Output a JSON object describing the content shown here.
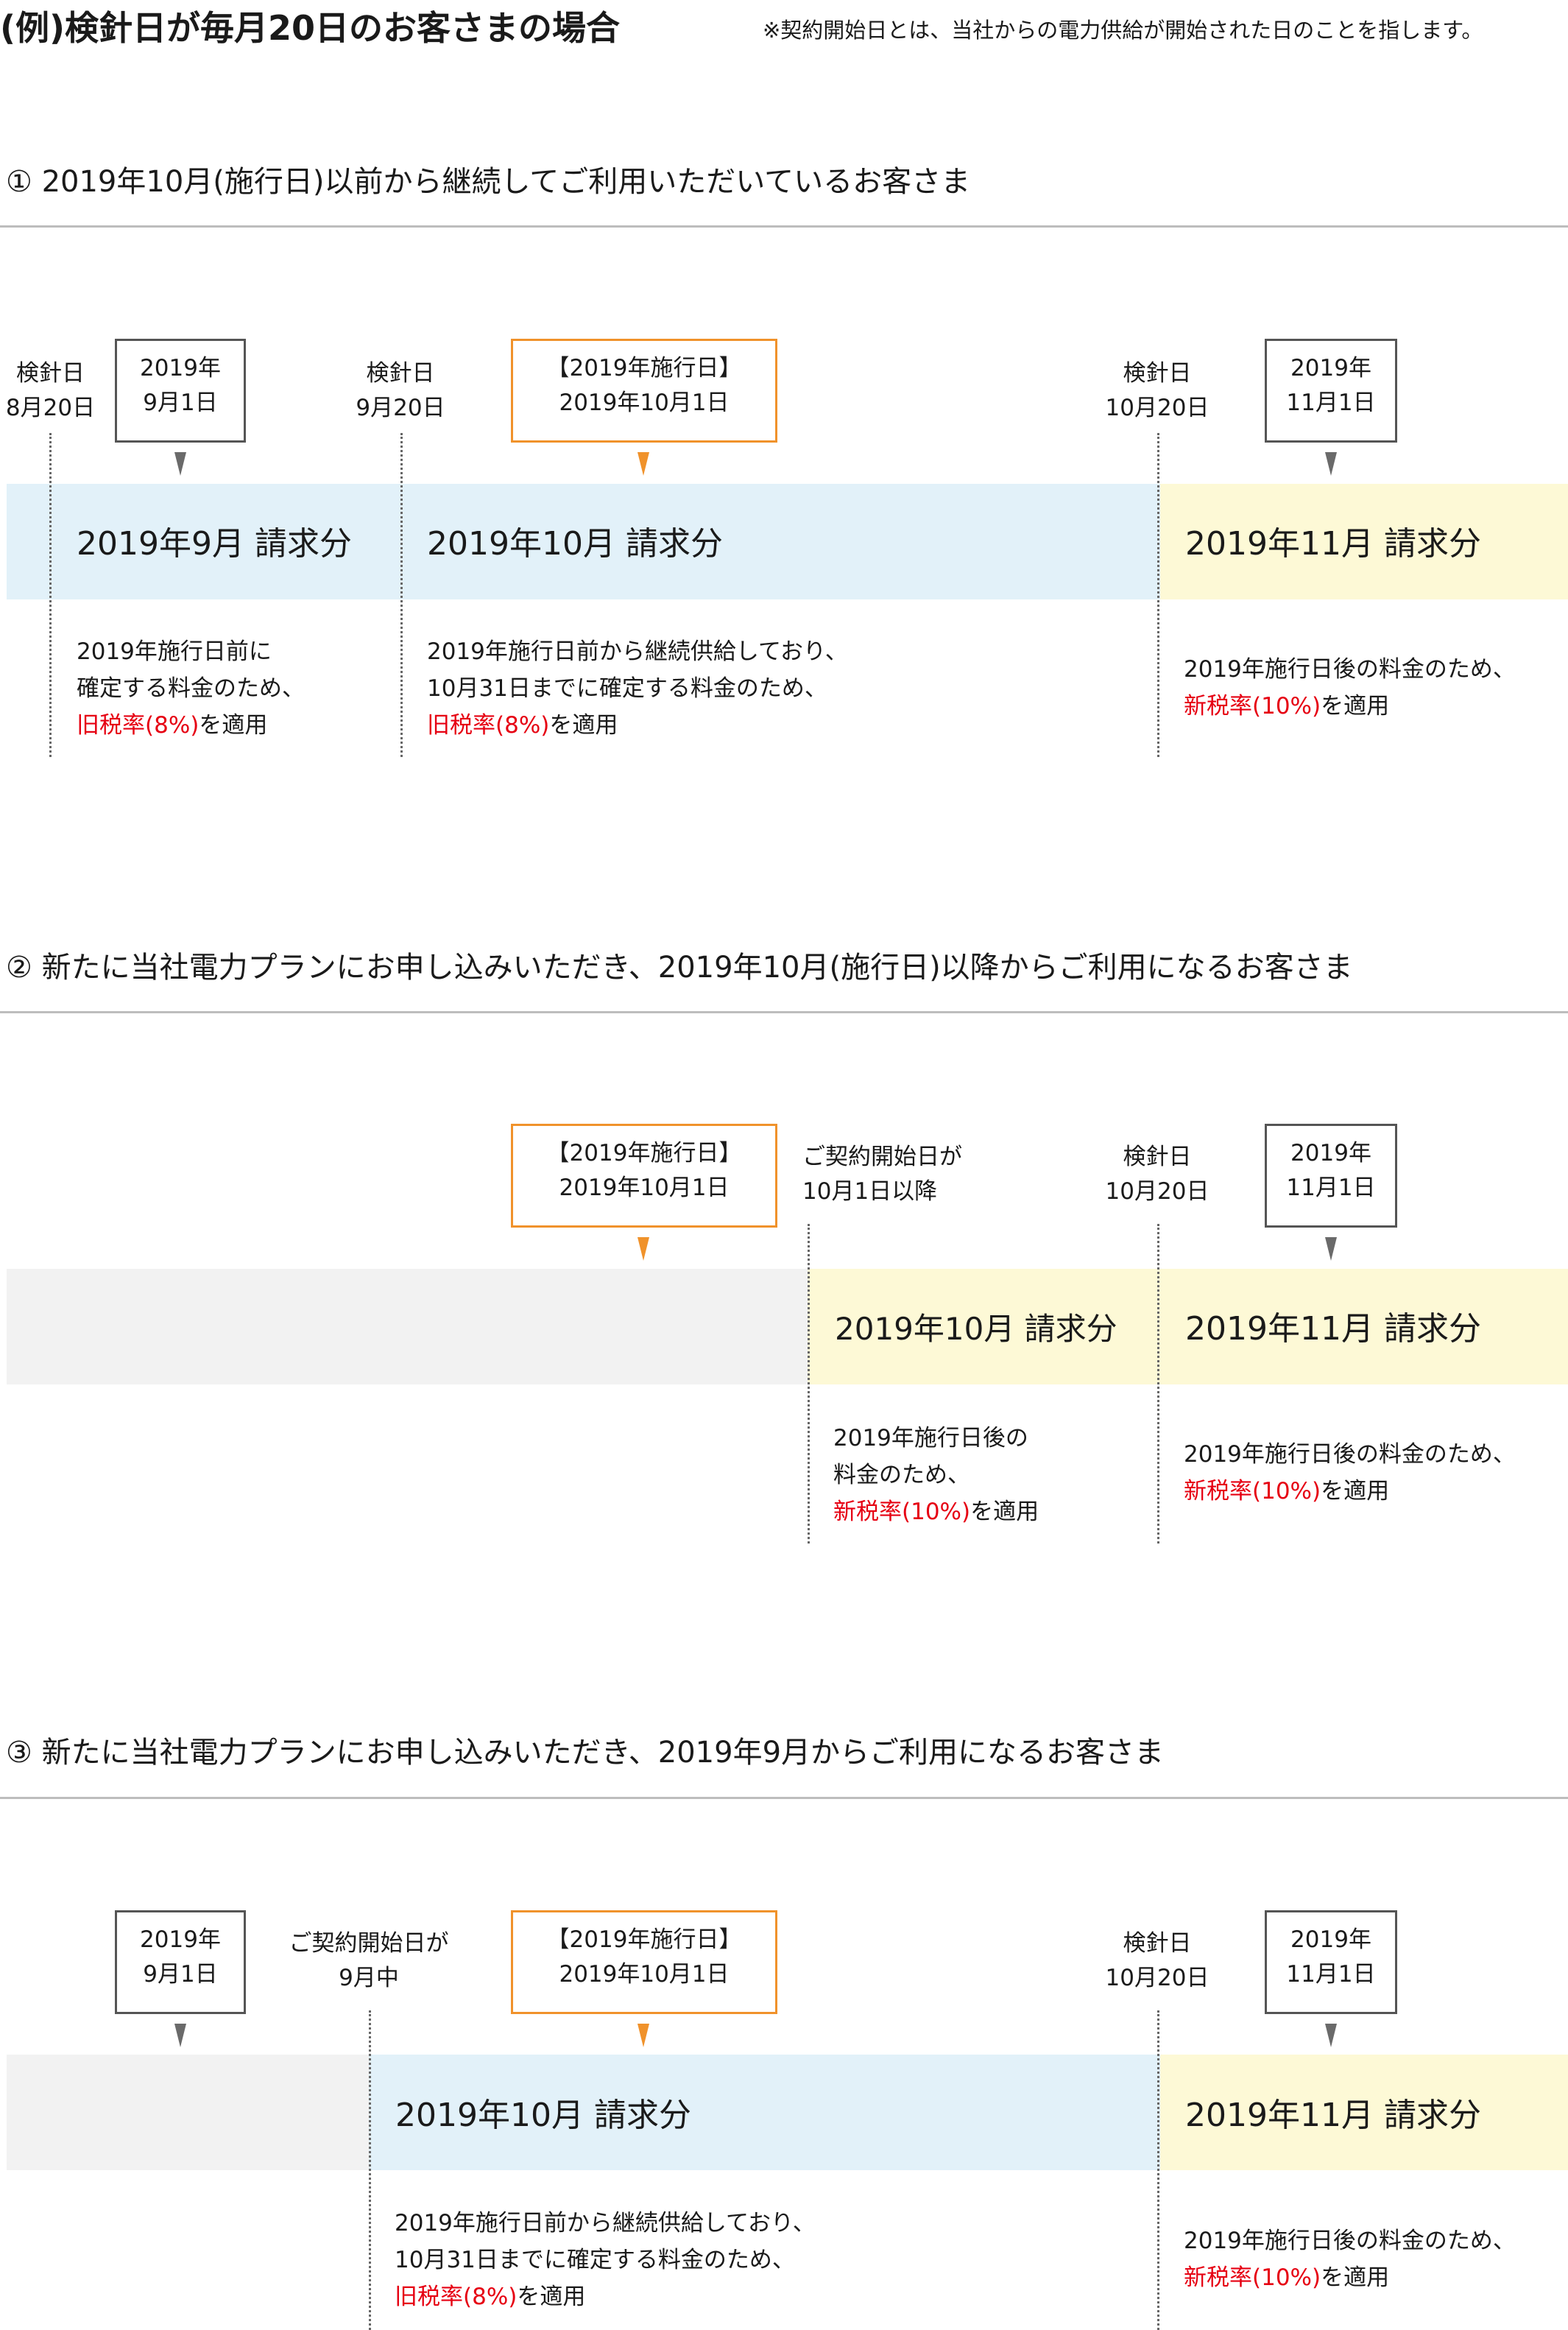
{
  "title": "(例)検針日が毎月20日のお客さまの場合",
  "note": "※契約開始日とは、当社からの電力供給が開始された日のことを指します。",
  "colors": {
    "orange_callout": "#f0922b",
    "gray_callout": "#555555",
    "old_period": "#e2f1f9",
    "new_period": "#fdf9d6",
    "no_service": "#f2f2f2",
    "tax_highlight": "#e60012"
  },
  "common": {
    "kenshin_label": "検針日",
    "start_label": "ご契約開始日が",
    "sekou": {
      "line1": "【2019年施行日】",
      "line2": "2019年10月1日"
    },
    "sep1": {
      "line1": "2019年",
      "line2": "9月1日"
    },
    "nov1": {
      "line1": "2019年",
      "line2": "11月1日"
    },
    "oct20": "10月20日",
    "bill_oct": "2019年10月 請求分",
    "bill_nov": "2019年11月 請求分",
    "desc_after": "2019年施行日後の料金のため、",
    "desc_cont1": "2019年施行日前から継続供給しており、",
    "desc_cont2": "10月31日までに確定する料金のため、",
    "old_rate": "旧税率(8%)",
    "new_rate": "新税率(10%)",
    "apply": "を適用"
  },
  "section1": {
    "heading": "① 2019年10月(施行日)以前から継続してご利用いただいているお客さま",
    "aug20": "8月20日",
    "sep20": "9月20日",
    "bill_sep": "2019年9月 請求分",
    "desc_sep1": "2019年施行日前に",
    "desc_sep2": "確定する料金のため、"
  },
  "section2": {
    "heading": "② 新たに当社電力プランにお申し込みいただき、2019年10月(施行日)以降からご利用になるお客さま",
    "start_date": "10月1日以降",
    "desc_oct1": "2019年施行日後の",
    "desc_oct2": "料金のため、"
  },
  "section3": {
    "heading": "③ 新たに当社電力プランにお申し込みいただき、2019年9月からご利用になるお客さま",
    "start_date": "9月中"
  }
}
